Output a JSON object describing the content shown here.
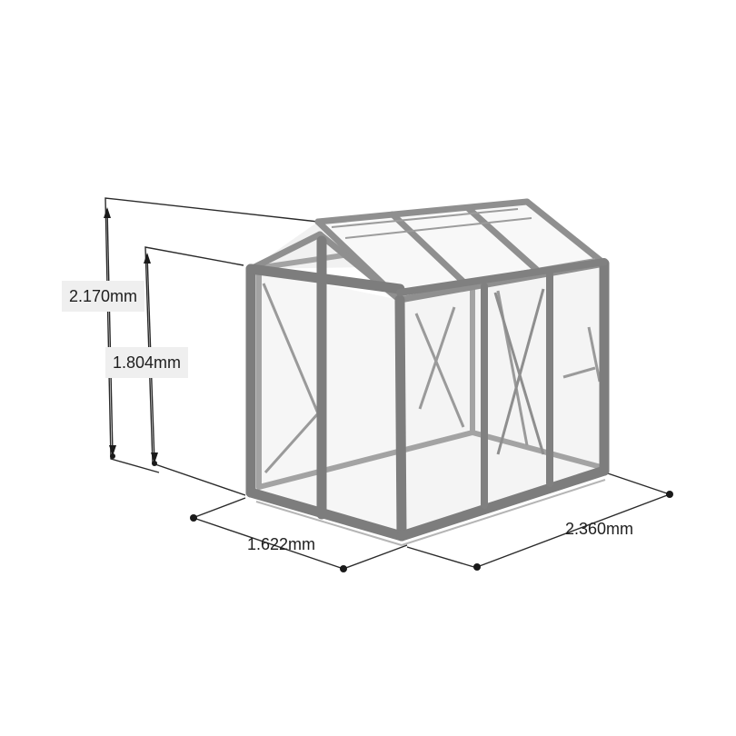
{
  "dimensions": {
    "total_height": "2.170mm",
    "eave_height": "1.804mm",
    "width": "1.622mm",
    "length": "2.360mm"
  },
  "colors": {
    "frame": "#8c8c8c",
    "frame_dark": "#6f6f6f",
    "glass": "#f3f3f3",
    "dimension_line": "#2a2a2a",
    "label_box": "#efefef"
  }
}
